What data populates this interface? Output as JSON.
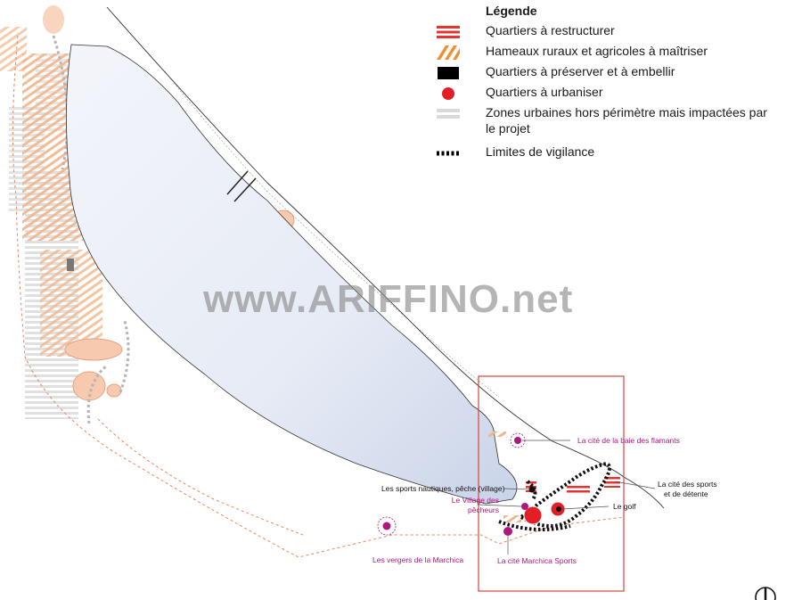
{
  "legend": {
    "title": "Légende",
    "items": [
      {
        "id": "restructurer",
        "label": "Quartiers à restructurer",
        "icon": "red-stripes-swatch",
        "color": "#e3342f"
      },
      {
        "id": "hameaux",
        "label": "Hameaux ruraux et agricoles à maîtriser",
        "icon": "orange-hatch-swatch",
        "color": "#f28e2b"
      },
      {
        "id": "preserver",
        "label": "Quartiers à préserver et à embellir",
        "icon": "black-block-swatch",
        "color": "#000000"
      },
      {
        "id": "urbaniser",
        "label": "Quartiers à urbaniser",
        "icon": "red-dot-swatch",
        "color": "#e31e24"
      },
      {
        "id": "zones",
        "label": "Zones urbaines hors périmètre mais impactées par le projet",
        "icon": "grey-stripes-swatch",
        "color": "#d9d9d9"
      },
      {
        "id": "limites",
        "label": "Limites de vigilance",
        "icon": "dotted-line-swatch",
        "color": "#000000"
      }
    ]
  },
  "places": {
    "baie_flamants": "La cité de la baie des flamants",
    "sports_detente": "La cité des sports et de détente",
    "sports_detente_line1": "La cité des sports",
    "sports_detente_line2": "et de détente",
    "sports_nautiques": "Les sports nautiques, pêche (village)",
    "village_pecheurs_line1": "Le Village des",
    "village_pecheurs_line2": "pêcheurs",
    "golf": "Le golf",
    "vergers": "Les vergers de la Marchica",
    "marchica_sports": "La cité Marchica Sports"
  },
  "watermark": "www.ARIFFINO.net",
  "colors": {
    "lagoon": "#e9edf6",
    "accent_red": "#e31e24",
    "magenta": "#b0177e",
    "orange": "#f3a072",
    "peach": "#f9d3bd",
    "frame": "#d9433e"
  }
}
